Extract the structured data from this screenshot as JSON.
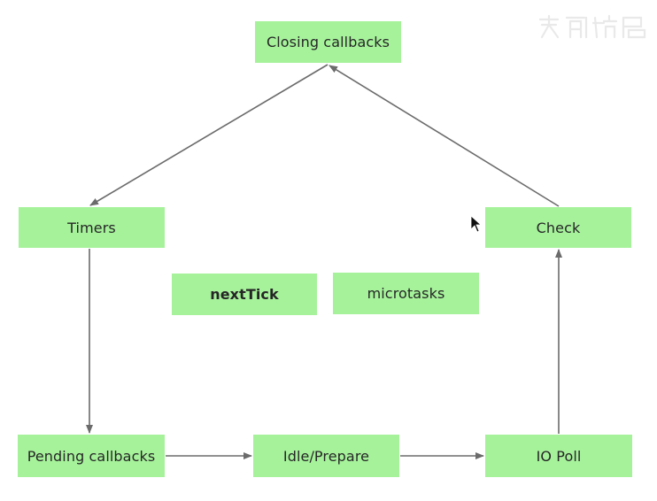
{
  "diagram": {
    "nodes": {
      "closing": "Closing callbacks",
      "timers": "Timers",
      "check": "Check",
      "nexttick": "nextTick",
      "microtasks": "microtasks",
      "pending": "Pending callbacks",
      "idle": "Idle/Prepare",
      "iopoll": "IO Poll"
    },
    "edges": [
      {
        "from": "closing",
        "to": "timers"
      },
      {
        "from": "timers",
        "to": "pending"
      },
      {
        "from": "pending",
        "to": "idle"
      },
      {
        "from": "idle",
        "to": "iopoll"
      },
      {
        "from": "iopoll",
        "to": "check"
      },
      {
        "from": "check",
        "to": "closing"
      }
    ]
  },
  "colors": {
    "node_fill": "#a6f29b",
    "arrow": "#6b6b6b",
    "text": "#262626"
  },
  "icons": {
    "cursor": "mouse-pointer-icon",
    "watermark": "watermark-logo-icon"
  }
}
